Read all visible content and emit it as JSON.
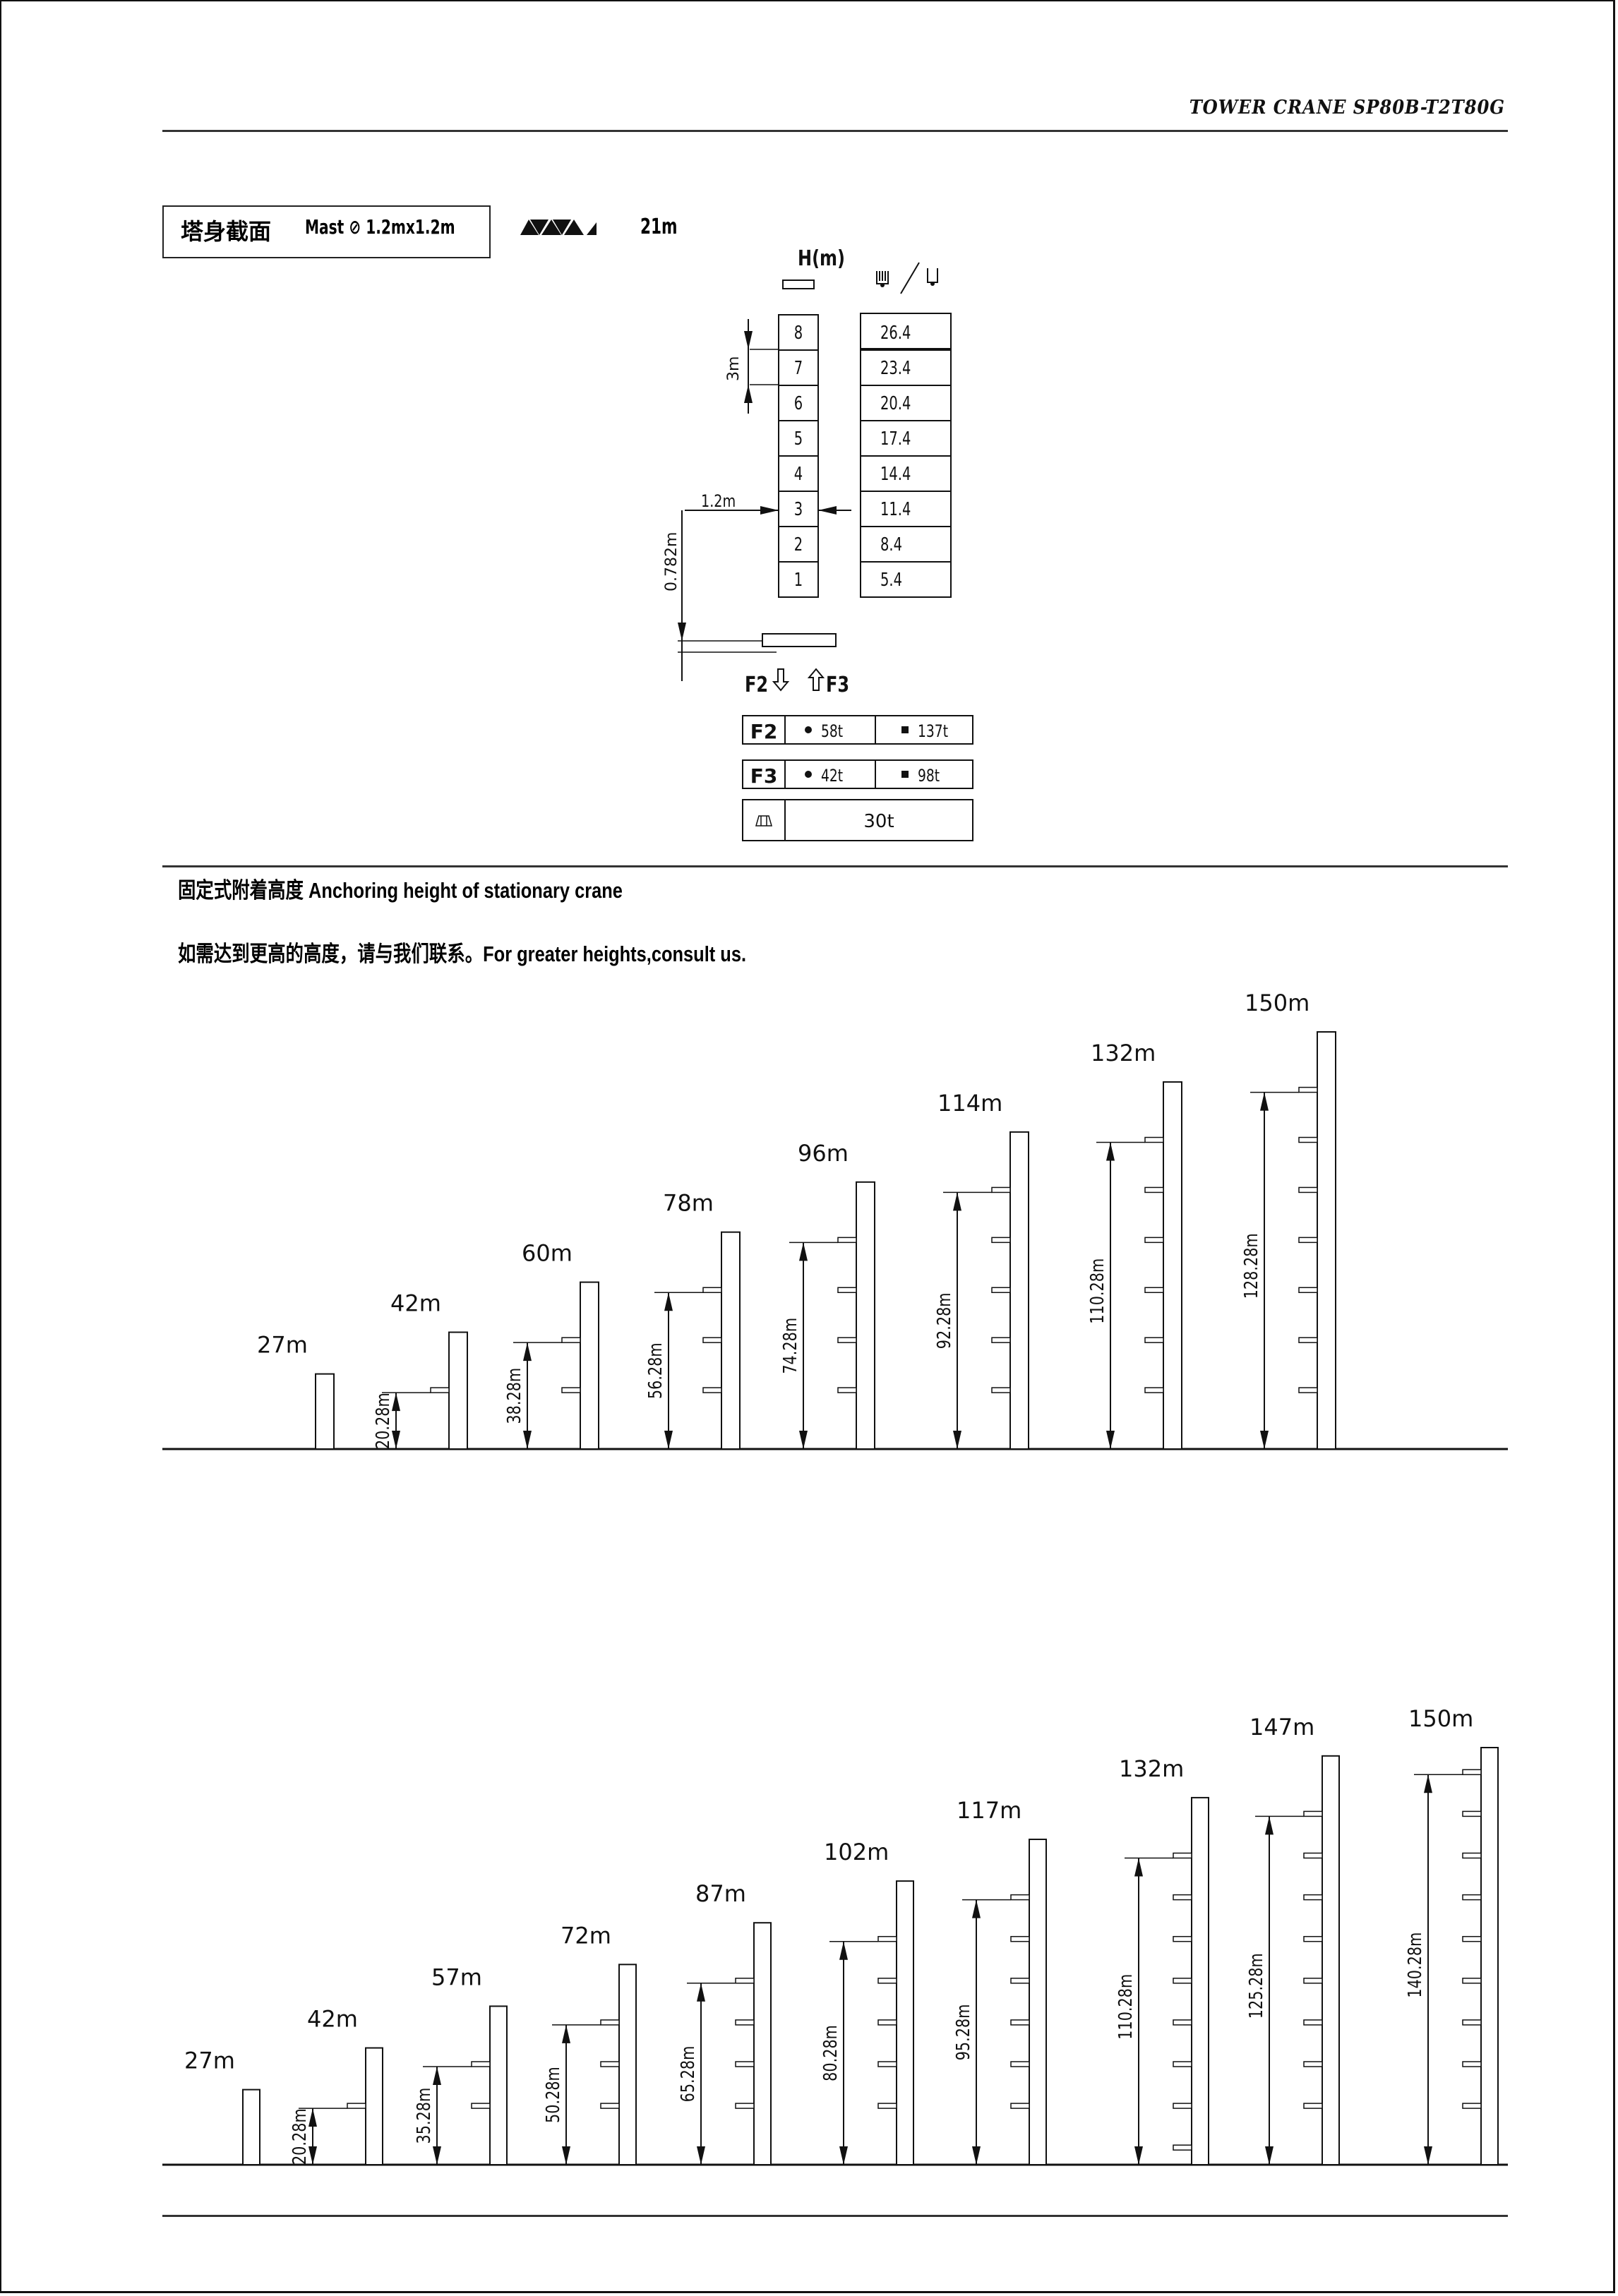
{
  "header": {
    "title": "TOWER CRANE SP80B-T2T80G"
  },
  "mast_section": {
    "label_cn": "塔身截面",
    "label_en": "Mast ⊘ 1.2mx1.2m",
    "size": "1.2mx1.2m"
  },
  "jib": {
    "icon": "jib-truss-icon",
    "length": "21m"
  },
  "height_table": {
    "column_header": "H(m)",
    "hook_header_icons": [
      "four-fall-hook-icon",
      "two-fall-hook-icon"
    ],
    "section_dim": "3m",
    "mast_width_dim": "1.2m",
    "base_dim": "0.782m",
    "rows": [
      {
        "section": "8",
        "height": "26.4"
      },
      {
        "section": "7",
        "height": "23.4"
      },
      {
        "section": "6",
        "height": "20.4"
      },
      {
        "section": "5",
        "height": "17.4"
      },
      {
        "section": "4",
        "height": "14.4"
      },
      {
        "section": "3",
        "height": "11.4"
      },
      {
        "section": "2",
        "height": "8.4"
      },
      {
        "section": "1",
        "height": "5.4"
      }
    ]
  },
  "forces": {
    "legend": {
      "f2": "F2",
      "f3": "F3"
    },
    "rows": [
      {
        "label": "F2",
        "working": "58t",
        "non_working": "137t"
      },
      {
        "label": "F3",
        "working": "42t",
        "non_working": "98t"
      }
    ],
    "ballast": {
      "icon": "counterweight-icon",
      "value": "30t"
    }
  },
  "anchoring": {
    "title": "固定式附着高度  Anchoring height of stationary crane",
    "note": "如需达到更高的高度，请与我们联系。For greater heights,consult us."
  },
  "chart_data": [
    {
      "type": "bar",
      "title": "Anchoring height of stationary crane (set 1)",
      "categories": [
        "27m",
        "42m",
        "60m",
        "78m",
        "96m",
        "114m",
        "132m",
        "150m"
      ],
      "series": [
        {
          "name": "total_height_m",
          "values": [
            27,
            42,
            60,
            78,
            96,
            114,
            132,
            150
          ]
        },
        {
          "name": "top_anchor_height_m",
          "values": [
            null,
            20.28,
            38.28,
            56.28,
            74.28,
            92.28,
            110.28,
            128.28
          ]
        },
        {
          "name": "anchor_count",
          "values": [
            0,
            1,
            2,
            3,
            4,
            5,
            6,
            7
          ]
        }
      ],
      "dim_labels": [
        "",
        "20.28m",
        "38.28m",
        "56.28m",
        "74.28m",
        "92.28m",
        "110.28m",
        "128.28m"
      ]
    },
    {
      "type": "bar",
      "title": "Anchoring height of stationary crane (set 2)",
      "categories": [
        "27m",
        "42m",
        "57m",
        "72m",
        "87m",
        "102m",
        "117m",
        "132m",
        "147m",
        "150m"
      ],
      "series": [
        {
          "name": "total_height_m",
          "values": [
            27,
            42,
            57,
            72,
            87,
            102,
            117,
            132,
            147,
            150
          ]
        },
        {
          "name": "top_anchor_height_m",
          "values": [
            null,
            20.28,
            35.28,
            50.28,
            65.28,
            80.28,
            95.28,
            110.28,
            125.28,
            140.28
          ]
        },
        {
          "name": "anchor_count",
          "values": [
            0,
            1,
            2,
            3,
            4,
            5,
            6,
            8,
            8,
            9
          ]
        }
      ],
      "dim_labels": [
        "",
        "20.28m",
        "35.28m",
        "50.28m",
        "65.28m",
        "80.28m",
        "95.28m",
        "110.28m",
        "125.28m",
        "140.28m"
      ]
    }
  ]
}
